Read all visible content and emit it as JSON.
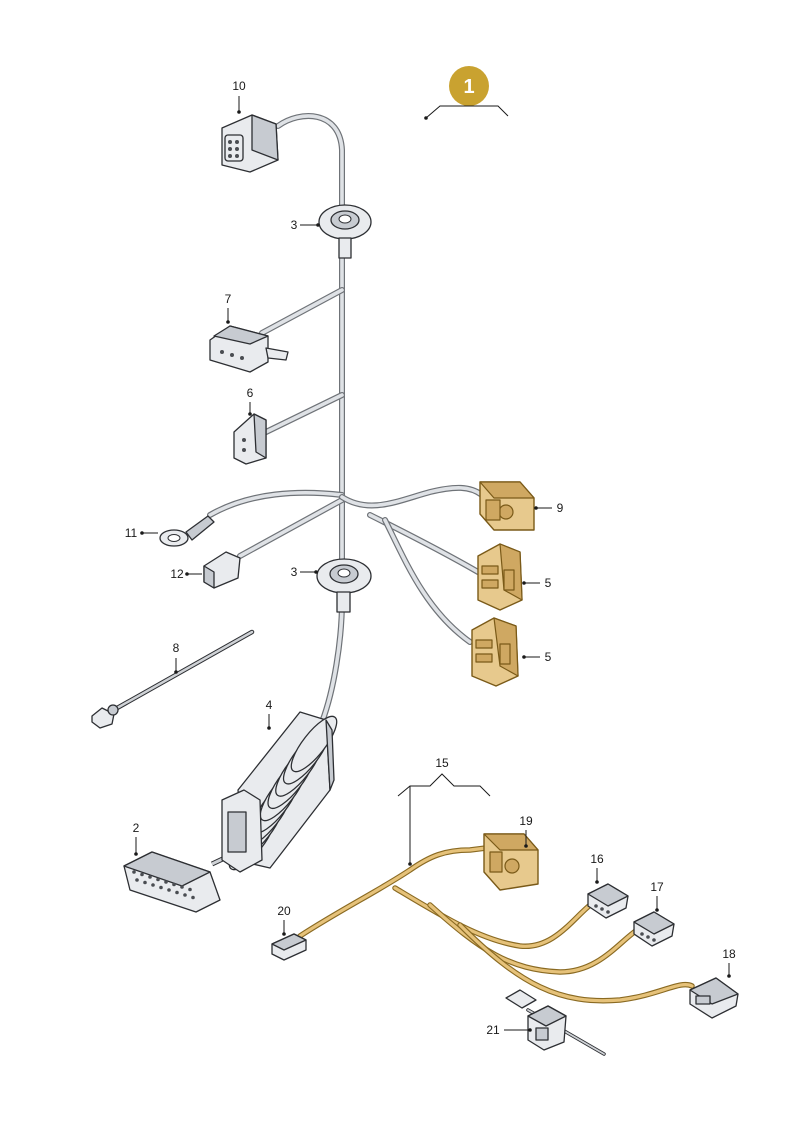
{
  "diagram": {
    "assembly_number": "1",
    "colors": {
      "badge": "#c9a230",
      "highlight": "#e7c98d",
      "wire": "#dfe2e6",
      "highlight_wire": "#e6c27a"
    },
    "labels": {
      "p1": "1",
      "p2": "2",
      "p3a": "3",
      "p3b": "3",
      "p4": "4",
      "p5a": "5",
      "p5b": "5",
      "p6": "6",
      "p7": "7",
      "p8": "8",
      "p9": "9",
      "p10": "10",
      "p11": "11",
      "p12": "12",
      "p15": "15",
      "p16": "16",
      "p17": "17",
      "p18": "18",
      "p19": "19",
      "p20": "20",
      "p21": "21"
    }
  }
}
